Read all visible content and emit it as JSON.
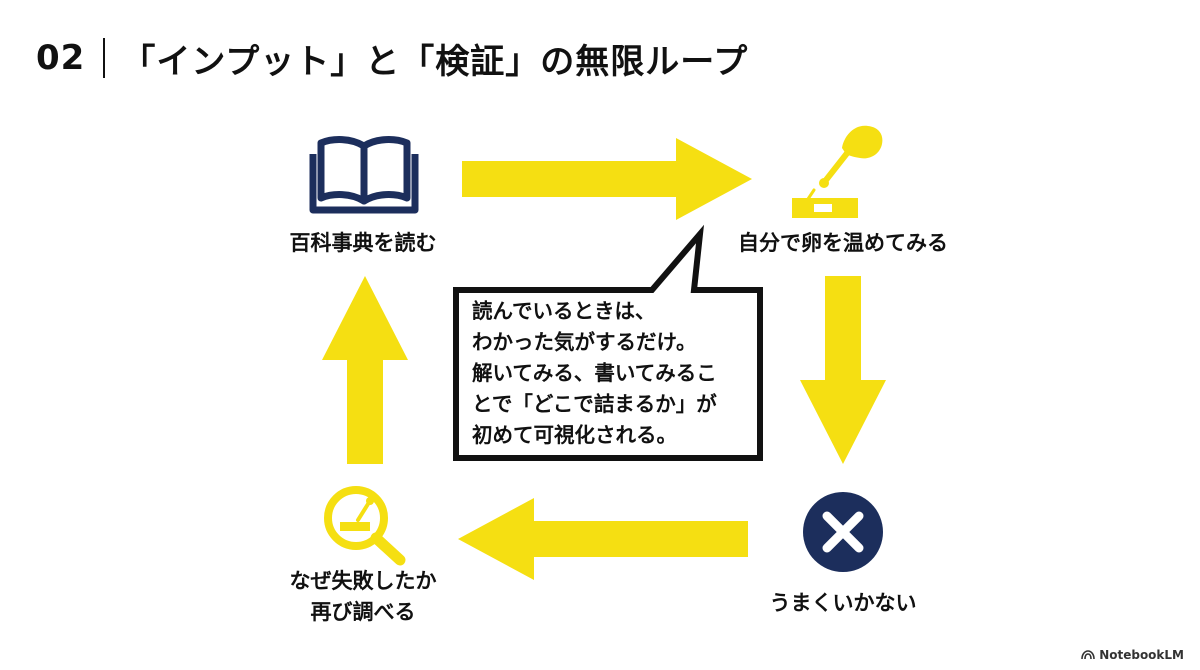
{
  "header": {
    "section_number": "02",
    "title": "「インプット」と「検証」の無限ループ"
  },
  "colors": {
    "accent": "#f5df12",
    "navy": "#1c2e5c",
    "text": "#111111"
  },
  "nodes": {
    "top_left": {
      "label": "百科事典を読む",
      "icon": "open-book-icon"
    },
    "top_right": {
      "label": "自分で卵を温めてみる",
      "icon": "hand-tool-egg-icon"
    },
    "bottom_right": {
      "label": "うまくいかない",
      "icon": "x-circle-icon"
    },
    "bottom_left": {
      "label_lines": [
        "なぜ失敗したか",
        "再び調べる"
      ],
      "icon": "magnifier-icon"
    }
  },
  "bubble": {
    "lines": [
      "読んでいるときは、",
      "わかった気がするだけ。",
      "解いてみる、書いてみるこ",
      "とで「どこで詰まるか」が",
      "初めて可視化される。"
    ]
  },
  "brand": {
    "label": "NotebookLM",
    "icon": "notebooklm-logo-icon"
  }
}
